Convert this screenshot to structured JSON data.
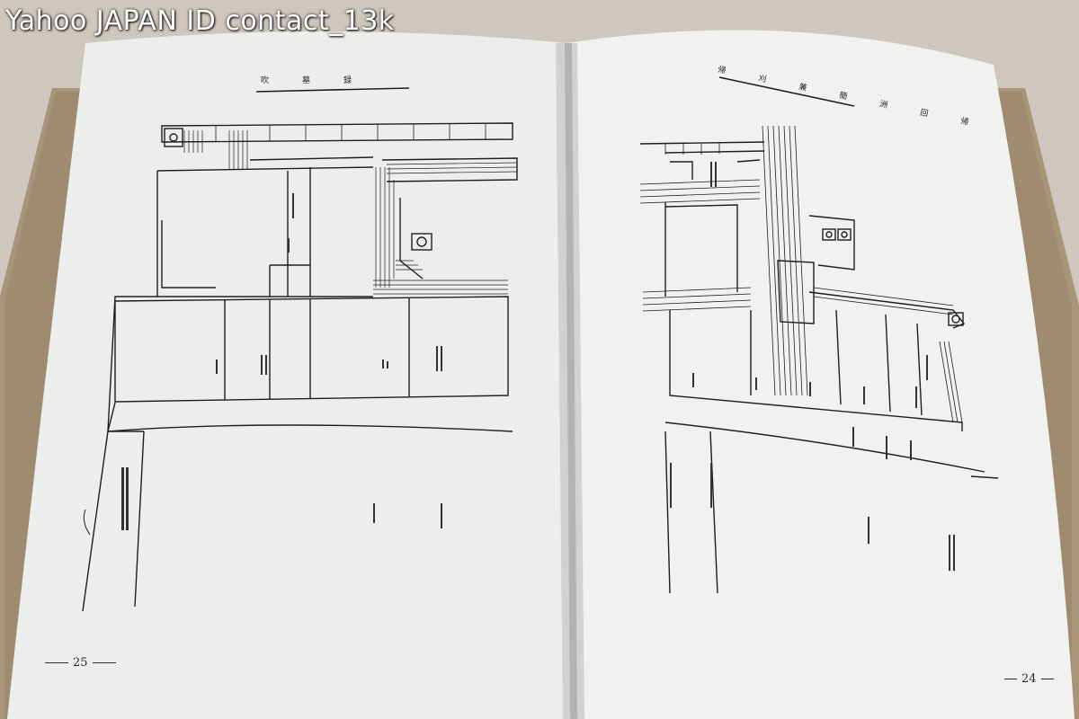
{
  "watermark": {
    "text": "Yahoo JAPAN ID contact_13k"
  },
  "left_page": {
    "header": "吹　墓　録",
    "page_number": "25"
  },
  "right_page": {
    "header": "帰　刈　兼　簡　洲　回　帰",
    "page_number": "24"
  },
  "colors": {
    "background": "#cfc7bd",
    "paper": "#eef0ee",
    "ink": "#1e1e1e",
    "cover": "#a89478"
  },
  "icons": {
    "left_diagram": "floor-plan-diagram",
    "right_diagram": "floor-plan-diagram"
  }
}
